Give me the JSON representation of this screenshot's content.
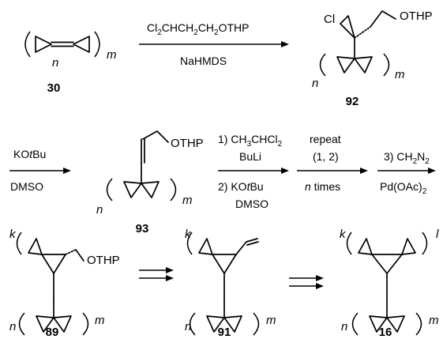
{
  "compounds": {
    "c30": "30",
    "c92": "92",
    "c93": "93",
    "c89": "89",
    "c91": "91",
    "c16": "16"
  },
  "atoms": {
    "otHP": "OTHP",
    "cl": "Cl"
  },
  "indices": {
    "n": "n",
    "m": "m",
    "k": "k",
    "l": "l"
  },
  "reagents": {
    "step1_top": {
      "a": "Cl",
      "a_sub": "2",
      "b": "CHCH",
      "b_sub": "2",
      "c": "CH",
      "c_sub": "2",
      "d": "OTHP"
    },
    "step1_bottom": "NaHMDS",
    "step2_top": {
      "pre": "KO",
      "it": "t",
      "post": "Bu"
    },
    "step2_bottom": "DMSO",
    "step3_top1": {
      "pre": "1) CH",
      "sub1": "3",
      "mid": "CHCl",
      "sub2": "2"
    },
    "step3_top2": "BuLi",
    "step3_bottom1": {
      "pre": "2) KO",
      "it": "t",
      "post": "Bu"
    },
    "step3_bottom2": "DMSO",
    "step4_top1": "repeat",
    "step4_top2": "(1, 2)",
    "step4_bottom": {
      "it": "n",
      "post": " times"
    },
    "step5_top": {
      "pre": "3) CH",
      "sub1": "2",
      "mid": "N",
      "sub2": "2"
    },
    "step5_bottom": {
      "pre": "Pd(OAc)",
      "sub1": "2"
    }
  }
}
